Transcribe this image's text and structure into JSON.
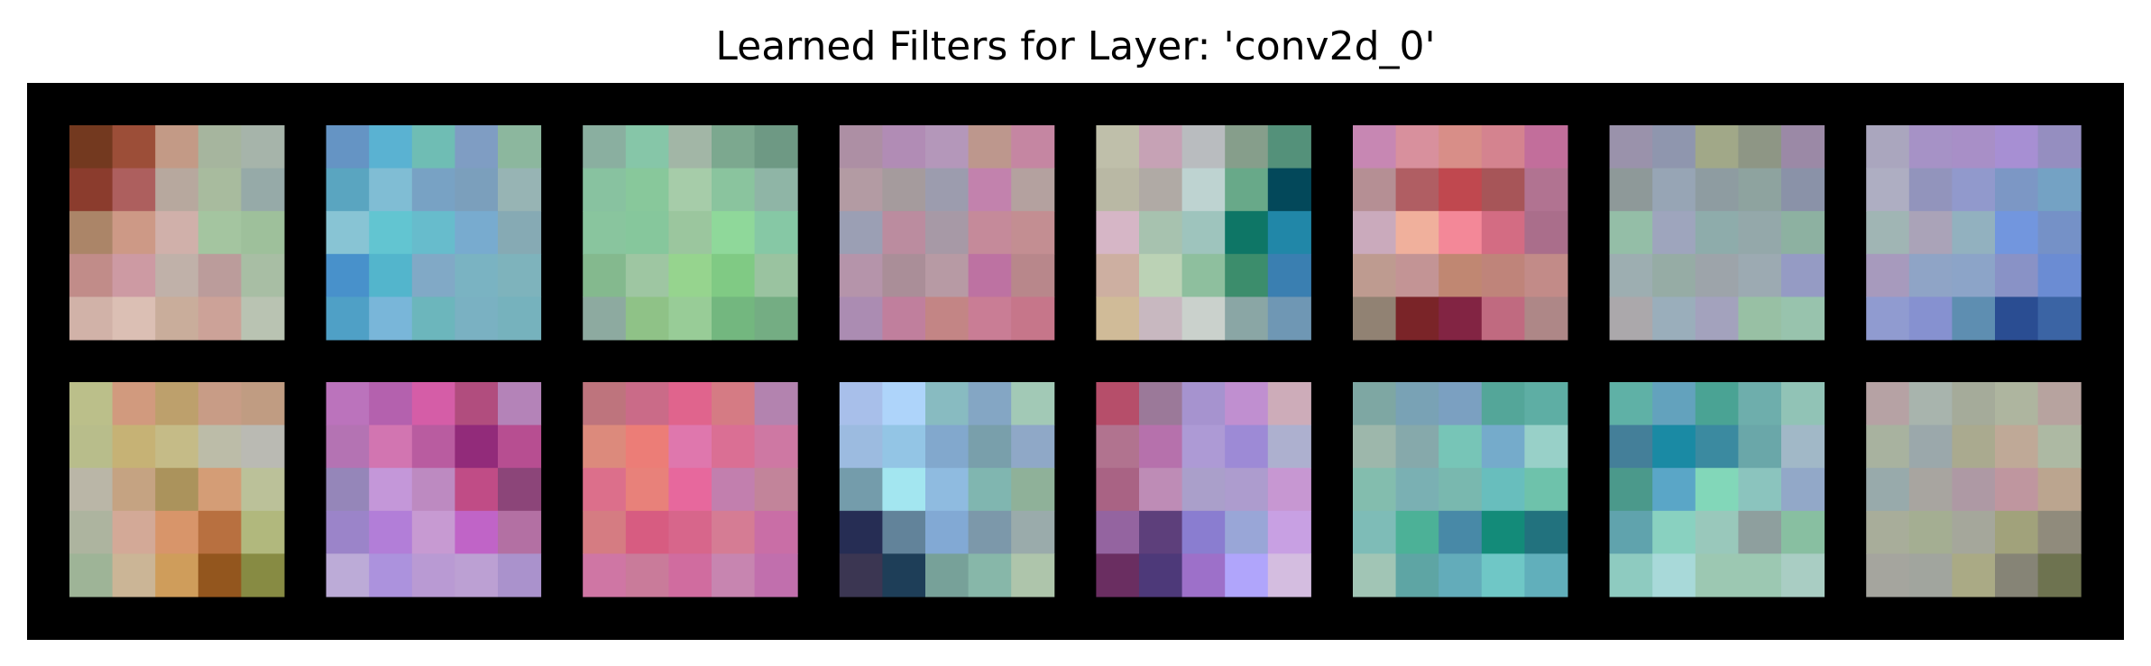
{
  "title": "Learned Filters for Layer: 'conv2d_0'",
  "chart_data": {
    "type": "heatmap",
    "title": "Learned Filters for Layer: 'conv2d_0'",
    "layer": "conv2d_0",
    "grid_rows": 2,
    "grid_cols": 8,
    "kernel_size": [
      5,
      5
    ],
    "background_color": "#000000",
    "filters": [
      [
        [
          "#73391f",
          "#9c4e38",
          "#c39a86",
          "#a6b59e",
          "#a6b4aa"
        ],
        [
          "#8b3c2d",
          "#ad5f5e",
          "#b7a89e",
          "#a8bb9e",
          "#96aaa8"
        ],
        [
          "#ab8568",
          "#cd9986",
          "#d0b0aa",
          "#a4c5a0",
          "#9ec09b"
        ],
        [
          "#c18c89",
          "#cd9aa3",
          "#c0b1a9",
          "#bb9c9b",
          "#a8bea4"
        ],
        [
          "#d1b2a8",
          "#dbbfb4",
          "#c9ad9b",
          "#cca298",
          "#b9c3b2"
        ]
      ],
      [
        [
          "#6594c4",
          "#5ab2d2",
          "#6fbdb4",
          "#7f9dc3",
          "#8cb79e"
        ],
        [
          "#5aa5c0",
          "#80bdd4",
          "#78a2c4",
          "#7b9fbc",
          "#97b4b4"
        ],
        [
          "#88c4d4",
          "#62c5d1",
          "#67bccc",
          "#78abcf",
          "#86aab4"
        ],
        [
          "#4891cb",
          "#53b5cc",
          "#81a9c6",
          "#7ab3c2",
          "#7eb3bc"
        ],
        [
          "#4fa0c6",
          "#79b6d9",
          "#6cb6bc",
          "#7ab1c2",
          "#76b2bd"
        ]
      ],
      [
        [
          "#8aafa0",
          "#86c6a8",
          "#a2b6a6",
          "#7ca88f",
          "#6e9984"
        ],
        [
          "#88c2a0",
          "#88c89b",
          "#a6cca9",
          "#8ac49e",
          "#8fb5a6"
        ],
        [
          "#89c59e",
          "#86c79c",
          "#9bc69e",
          "#8fd89a",
          "#86c8a5"
        ],
        [
          "#84b98e",
          "#9ec6a2",
          "#96d48e",
          "#80ca84",
          "#9ac3a0"
        ],
        [
          "#8daaa0",
          "#8fc287",
          "#98cc97",
          "#73b77f",
          "#74ad83"
        ]
      ],
      [
        [
          "#ad8fa4",
          "#b18cb5",
          "#b497ba",
          "#bd978d",
          "#c586a2"
        ],
        [
          "#b39ba3",
          "#a59b9d",
          "#9c9cae",
          "#c282ad",
          "#b4a19f"
        ],
        [
          "#9b9fb4",
          "#bb8c9f",
          "#a799a6",
          "#c58a9a",
          "#c38e92"
        ],
        [
          "#b594aa",
          "#aa8e98",
          "#b79aa4",
          "#bd72a2",
          "#b8878b"
        ],
        [
          "#ab8cb2",
          "#c07f9d",
          "#c38585",
          "#c97d95",
          "#c6768a"
        ]
      ],
      [
        [
          "#bfbfaa",
          "#c6a2b5",
          "#b9bcbf",
          "#869e8b",
          "#54917a"
        ],
        [
          "#b9b8a4",
          "#b0aaa5",
          "#bed3d1",
          "#68a989",
          "#03485a"
        ],
        [
          "#d6b6c6",
          "#a7c2af",
          "#9ec4bd",
          "#0e7666",
          "#2187a8"
        ],
        [
          "#cdafa1",
          "#bbd2b5",
          "#8ebf9e",
          "#3c8d6c",
          "#3a7fb1"
        ],
        [
          "#d0bb98",
          "#c8b8c0",
          "#cad1cc",
          "#8aa6a5",
          "#6f97b4"
        ]
      ],
      [
        [
          "#c787b3",
          "#d8909d",
          "#d88e88",
          "#d4838f",
          "#c26e9b"
        ],
        [
          "#b58f94",
          "#b05e63",
          "#c0484f",
          "#a75558",
          "#b17391"
        ],
        [
          "#caaabc",
          "#f0b09c",
          "#f38898",
          "#d36c83",
          "#aa6e8b"
        ],
        [
          "#be9b90",
          "#c39495",
          "#c08772",
          "#bf847a",
          "#c28b88"
        ],
        [
          "#918273",
          "#7a2428",
          "#822443",
          "#c06a80",
          "#ae8787"
        ]
      ],
      [
        [
          "#9a92ab",
          "#8f96ae",
          "#a1a888",
          "#8e9685",
          "#9b89a6"
        ],
        [
          "#8e9999",
          "#97a5b5",
          "#8e9ca1",
          "#8ea39f",
          "#8a92a8"
        ],
        [
          "#94bea7",
          "#9ea5bd",
          "#8eacab",
          "#94a8aa",
          "#8db1a1"
        ],
        [
          "#9daeb1",
          "#96aca5",
          "#9da4aa",
          "#9caab2",
          "#959bc4"
        ],
        [
          "#aba8ab",
          "#9aaebb",
          "#a3a2bd",
          "#98c0a4",
          "#98c3ad"
        ]
      ],
      [
        [
          "#aaa6be",
          "#a692c6",
          "#a88fc7",
          "#a78fd3",
          "#958ec0"
        ],
        [
          "#aeaec2",
          "#9294bc",
          "#9199cc",
          "#7c97c5",
          "#74a2c4"
        ],
        [
          "#a0b5b4",
          "#aaa3b8",
          "#92b1bf",
          "#7296de",
          "#7591c7"
        ],
        [
          "#a79abd",
          "#8fa4c6",
          "#8ca4c8",
          "#8992c6",
          "#6b8cd3"
        ],
        [
          "#909bd0",
          "#8691d0",
          "#5e8eb1",
          "#2a4d92",
          "#3b64a4"
        ]
      ],
      [
        [
          "#bbbf8a",
          "#d19a7e",
          "#bda06c",
          "#c89c86",
          "#c09c82"
        ],
        [
          "#b8bd8b",
          "#c6b275",
          "#c5bb87",
          "#bcbca8",
          "#babab3"
        ],
        [
          "#bab6a7",
          "#c5a382",
          "#ab935c",
          "#d49d76",
          "#bbc199"
        ],
        [
          "#adb49f",
          "#d3a997",
          "#d8956a",
          "#b87040",
          "#b1b87d"
        ],
        [
          "#9eb497",
          "#cbb596",
          "#cf9d5b",
          "#93561e",
          "#878b43"
        ]
      ],
      [
        [
          "#bb73bc",
          "#b461ae",
          "#d55da7",
          "#b14d7e",
          "#b483b8"
        ],
        [
          "#b473b3",
          "#d275b1",
          "#b95ca0",
          "#922b7a",
          "#b74e91"
        ],
        [
          "#9586b9",
          "#c497d9",
          "#bd8ac1",
          "#c04c86",
          "#8c4579"
        ],
        [
          "#9b84c9",
          "#b27ed8",
          "#c79ad2",
          "#c064c7",
          "#b370a3"
        ],
        [
          "#bcabd7",
          "#ac92dd",
          "#b99ad3",
          "#bca0d3",
          "#aa92cc"
        ]
      ],
      [
        [
          "#be747d",
          "#ca6b88",
          "#e0648d",
          "#d57b84",
          "#b383af"
        ],
        [
          "#dc8a7c",
          "#ec7d77",
          "#df77ad",
          "#da6f94",
          "#ce78a3"
        ],
        [
          "#dc6f8b",
          "#e8817a",
          "#e7689d",
          "#c27fae",
          "#c2849a"
        ],
        [
          "#d57c82",
          "#d75c81",
          "#d7668b",
          "#d57c94",
          "#c96ea6"
        ],
        [
          "#cf76a4",
          "#c97b9a",
          "#d06c9f",
          "#c785b0",
          "#c16fad"
        ]
      ],
      [
        [
          "#a8bfea",
          "#aed4fa",
          "#88bbc1",
          "#84a6c4",
          "#a2c9b6"
        ],
        [
          "#9cbbe0",
          "#93c5e5",
          "#82a8cd",
          "#799fab",
          "#8fa8c7"
        ],
        [
          "#749cab",
          "#a3e6f0",
          "#8fbbe0",
          "#80b6b0",
          "#8fb199"
        ],
        [
          "#262d54",
          "#62839a",
          "#82a9d4",
          "#7c98aa",
          "#9aabab"
        ],
        [
          "#3b3652",
          "#1e3e58",
          "#77a199",
          "#87b7a9",
          "#aec5ab"
        ]
      ],
      [
        [
          "#b64e6a",
          "#9b7999",
          "#a693cf",
          "#c08fd0",
          "#cdacb9"
        ],
        [
          "#b1738f",
          "#b671ac",
          "#ad9ad5",
          "#9d8ad6",
          "#adb0cf"
        ],
        [
          "#a96384",
          "#be8cb6",
          "#aa9fca",
          "#ad9cce",
          "#c797d2"
        ],
        [
          "#9464a0",
          "#5d3f7b",
          "#8a7dd0",
          "#99a6d7",
          "#c8a0e3"
        ],
        [
          "#6a2e61",
          "#4d3979",
          "#9d70c9",
          "#b0a5fb",
          "#d4bde0"
        ]
      ],
      [
        [
          "#7ea7a3",
          "#79a2b5",
          "#7ba0c1",
          "#54a699",
          "#5eaea4"
        ],
        [
          "#9db7ab",
          "#86a9ab",
          "#77c5b7",
          "#75abcb",
          "#98d0c8"
        ],
        [
          "#83bdae",
          "#7ab0b3",
          "#79b8af",
          "#68bebd",
          "#6ec2ab"
        ],
        [
          "#7ebcb7",
          "#4cb197",
          "#4889a7",
          "#138b79",
          "#22727e"
        ],
        [
          "#a1c5b5",
          "#5ea5a4",
          "#63acba",
          "#6fc7c6",
          "#61afbb"
        ]
      ],
      [
        [
          "#5fb1a6",
          "#63a2bd",
          "#4aa394",
          "#6eaeac",
          "#91c3b6"
        ],
        [
          "#447f99",
          "#1a8aa4",
          "#3b8aa0",
          "#6aa7a9",
          "#a1b8c7"
        ],
        [
          "#4b998b",
          "#5aa6c7",
          "#82d7b9",
          "#8bc4be",
          "#92a8c8"
        ],
        [
          "#60a3ad",
          "#89d1c0",
          "#99c8bb",
          "#8e9f9e",
          "#88bfa1"
        ],
        [
          "#8ecbc0",
          "#a8d9d9",
          "#9cc8b2",
          "#9cc8b2",
          "#a9cdc3"
        ]
      ],
      [
        [
          "#b6a2a4",
          "#a8b4ad",
          "#a5ab9a",
          "#aeb59f",
          "#b7a39f"
        ],
        [
          "#a8b29f",
          "#9ba8ab",
          "#aaaa8f",
          "#bfa997",
          "#adb9a3"
        ],
        [
          "#98aaab",
          "#a8a5a0",
          "#ae99a4",
          "#bf969f",
          "#bba58f"
        ],
        [
          "#a8ad9a",
          "#a4ae92",
          "#a5a79b",
          "#a1a27b",
          "#908b7c"
        ],
        [
          "#a5a59e",
          "#a1a59e",
          "#aaaa85",
          "#868476",
          "#6e7350"
        ]
      ]
    ]
  }
}
